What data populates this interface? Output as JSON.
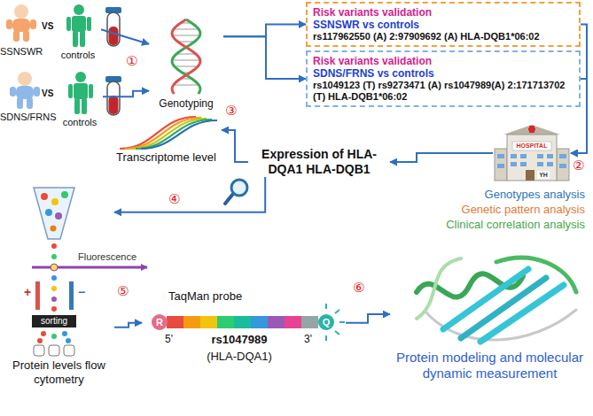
{
  "diagram": {
    "nodes": [
      {
        "text": [
          "SSNSWR"
        ]
      },
      {
        "text": [
          "controls"
        ]
      },
      {
        "text": [
          "SDNS/FRNS"
        ]
      },
      {
        "text": [
          "controls"
        ]
      },
      {
        "text": [
          "Genotyping"
        ]
      },
      {
        "text": [
          "Risk variants validation",
          "SSNSWR vs controls",
          "rs117962550 (A) 2:97909692 (A) HLA-DQB1*06:02"
        ]
      },
      {
        "text": [
          "Risk variants validation",
          "SDNS/FRNS vs controls",
          "rs1049123 (T) rs9273471 (A) rs1047989(A) 2:171713702 (T) HLA-DQB1*06:02"
        ]
      },
      {
        "text": [
          "HOSPITAL",
          "YH"
        ]
      },
      {
        "text": [
          "Transcriptome level"
        ]
      },
      {
        "text": [
          "Expression of HLA-DQA1 HLA-DQB1"
        ]
      },
      {
        "text": [
          "Protein levels flow cytometry"
        ]
      },
      {
        "text": [
          "TaqMan probe",
          "rs1047989",
          "(HLA-DQA1)"
        ]
      },
      {
        "text": [
          "Protein modeling and molecular dynamic measurement"
        ]
      }
    ],
    "edges": [
      {
        "from": 1,
        "to": 4,
        "arrow": "to"
      },
      {
        "from": 3,
        "to": 4,
        "arrow": "to"
      },
      {
        "from": 4,
        "to": 5,
        "arrow": "to"
      },
      {
        "from": 4,
        "to": 6,
        "arrow": "to"
      },
      {
        "from": 5,
        "to": 7,
        "arrow": "to"
      },
      {
        "from": 6,
        "to": 7,
        "arrow": "to"
      },
      {
        "from": 7,
        "to": 9,
        "arrow": "to"
      },
      {
        "from": 9,
        "to": 8,
        "arrow": "to"
      },
      {
        "from": 9,
        "to": 10,
        "arrow": "to"
      },
      {
        "from": 10,
        "to": 11,
        "arrow": "to"
      },
      {
        "from": 11,
        "to": 12,
        "arrow": "to"
      }
    ],
    "labels": [
      "VS",
      "VS",
      "①",
      "②",
      "③",
      "④",
      "⑤",
      "⑥",
      "Genotypes analysis",
      "Genetic pattern analysis",
      "Clinical correlation analysis",
      "Fluorescence",
      "+",
      "sorting",
      "−",
      "R",
      "5'",
      "3'",
      "Q"
    ]
  }
}
